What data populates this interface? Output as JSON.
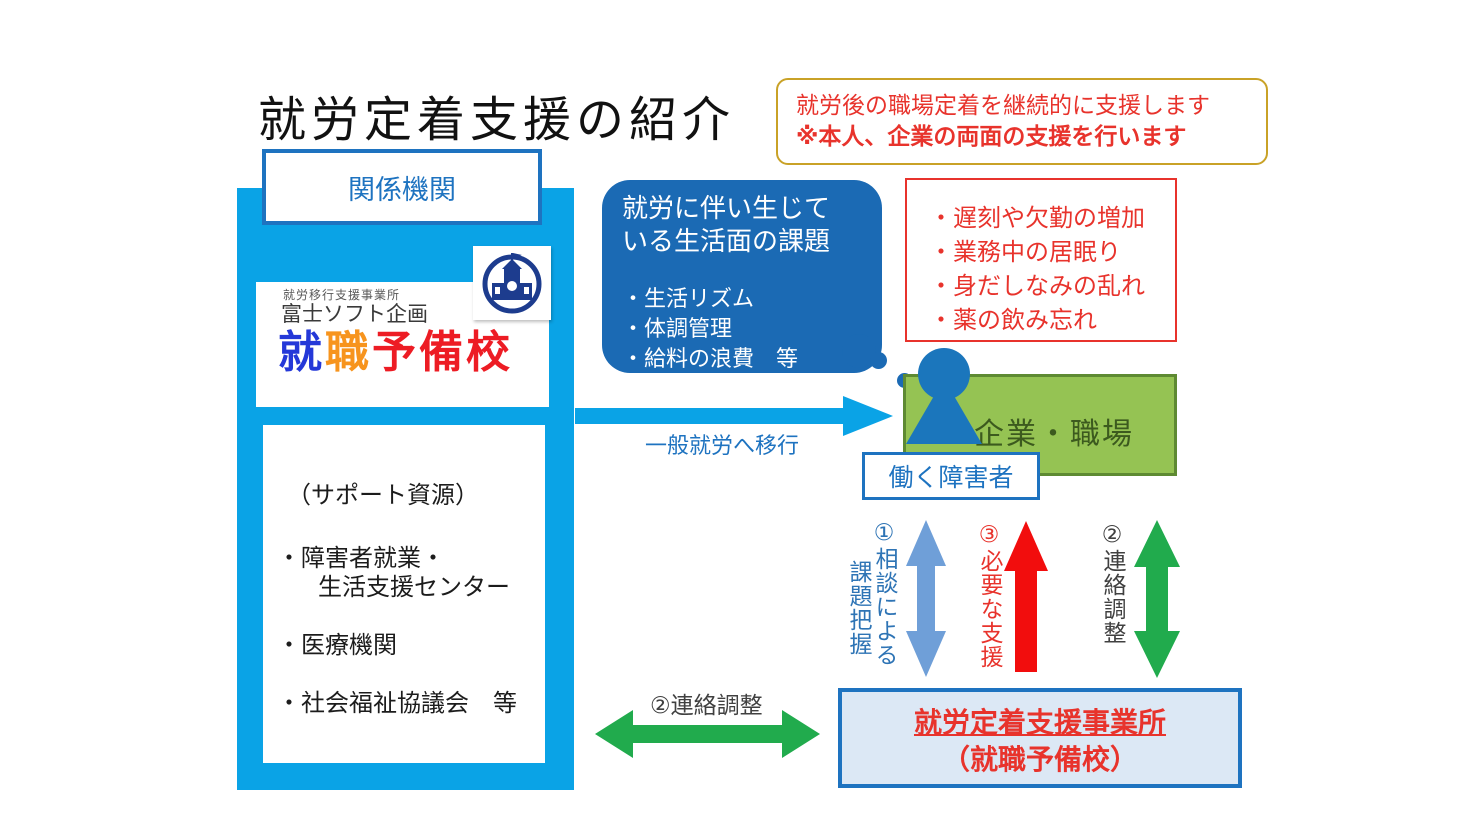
{
  "title": "就労定着支援の紹介",
  "note_box": {
    "line1": "就労後の職場定着を継続的に支援します",
    "line2": "※本人、企業の両面の支援を行います"
  },
  "related_orgs": {
    "header": "関係機関",
    "logo": {
      "subtitle": "就労移行支援事業所",
      "company": "富士ソフト企画",
      "brand_blue": "就",
      "brand_orange": "職",
      "brand_red": "予備校",
      "icon": "school-icon"
    },
    "resources": {
      "heading": "（サポート資源）",
      "item1a": "・障害者就業・",
      "item1b": "生活支援センター",
      "item2": "・医療機関",
      "item3": "・社会福祉協議会　等"
    }
  },
  "life_issues_bubble": {
    "title1": "就労に伴い生じて",
    "title2": "いる生活面の課題",
    "item1": "・生活リズム",
    "item2": "・体調管理",
    "item3": "・給料の浪費　等"
  },
  "workplace_issues_box": {
    "item1": "・遅刻や欠勤の増加",
    "item2": "・業務中の居眠り",
    "item3": "・身だしなみの乱れ",
    "item4": "・薬の飲み忘れ"
  },
  "company_box": {
    "label": "企業・職場"
  },
  "worker_label": "働く障害者",
  "transition_arrow": {
    "label": "一般就労へ移行"
  },
  "support_flows": {
    "flow1": {
      "label_col1": "①相談による",
      "label_col2": "課題把握",
      "direction": "both",
      "color": "#6F9FD8"
    },
    "flow3": {
      "label": "③必要な支援",
      "direction": "up",
      "color": "#F20D0D"
    },
    "flow2": {
      "label": "②連絡調整",
      "direction": "both",
      "color": "#21AB4D"
    }
  },
  "coordination_arrow": {
    "label": "②連絡調整"
  },
  "support_office_box": {
    "line1": "就労定着支援事業所",
    "line2": "（就職予備校）"
  },
  "colors": {
    "cyan_panel": "#0AA3E6",
    "bubble_blue": "#1B6AB4",
    "blue_border": "#1E73C0",
    "steel_blue_arrow": "#6F9FD8",
    "red_accent": "#E8332C",
    "red_arrow": "#F20D0D",
    "green_fill": "#95C353",
    "green_border": "#5E8A32",
    "green_arrow": "#21AB4D",
    "gold_border": "#C9A227",
    "office_fill": "#DCE8F5",
    "brand_blue": "#2438D8",
    "brand_orange": "#F7941D",
    "brand_red": "#ED1C24",
    "person_blue": "#1B76BC"
  }
}
